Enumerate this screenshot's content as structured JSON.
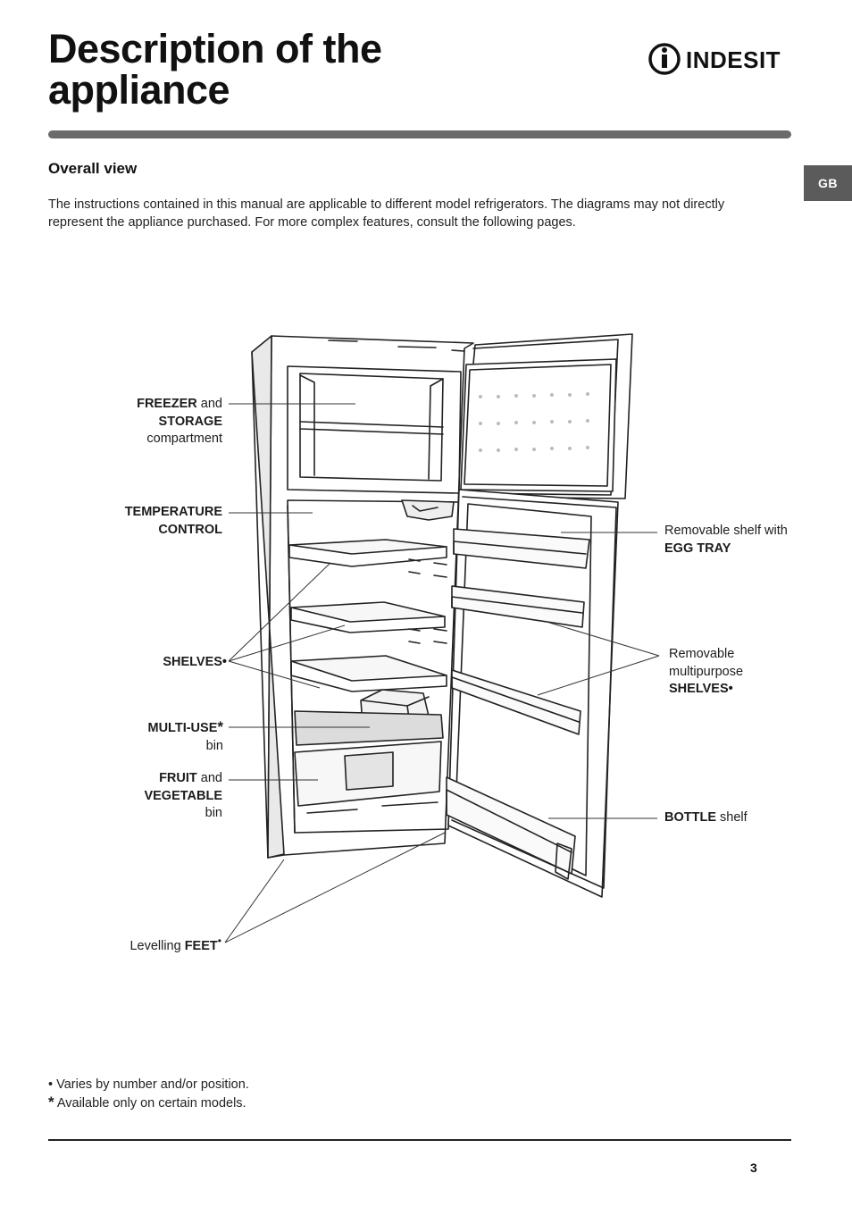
{
  "header": {
    "title_line1": "Description of the",
    "title_line2": "appliance",
    "brand": "INDESIT"
  },
  "section": {
    "title": "Overall view",
    "intro": "The instructions contained in this manual are applicable to different model refrigerators. The diagrams may not directly represent the appliance purchased. For more complex features, consult the following pages."
  },
  "language_tab": "GB",
  "labels": {
    "freezer": {
      "bold1": "FREEZER",
      "text1": " and",
      "bold2": "STORAGE",
      "text2": "compartment"
    },
    "temperature": {
      "bold1": "TEMPERATURE",
      "bold2": "CONTROL"
    },
    "shelves": {
      "bold": "SHELVES•"
    },
    "multi_use": {
      "bold": "MULTI-USE",
      "mark": "*",
      "text": "bin"
    },
    "fruit": {
      "bold1": "FRUIT",
      "text1": " and",
      "bold2": "VEGETABLE",
      "text2": "bin"
    },
    "feet": {
      "text": "Levelling ",
      "bold": "FEET",
      "mark": "•"
    },
    "egg_tray": {
      "text": "Removable shelf with",
      "bold": "EGG TRAY"
    },
    "door_shelves": {
      "text1": "Removable",
      "text2": "multipurpose",
      "bold": "SHELVES•"
    },
    "bottle": {
      "bold": "BOTTLE",
      "text": " shelf"
    }
  },
  "footnotes": [
    {
      "mark": "•",
      "text": " Varies by number and/or position."
    },
    {
      "mark": "*",
      "text": " Available only on certain models."
    }
  ],
  "page_number": "3",
  "colors": {
    "rule": "#6b6b6b",
    "tab": "#5b5b5b",
    "text": "#1a1a1a"
  }
}
